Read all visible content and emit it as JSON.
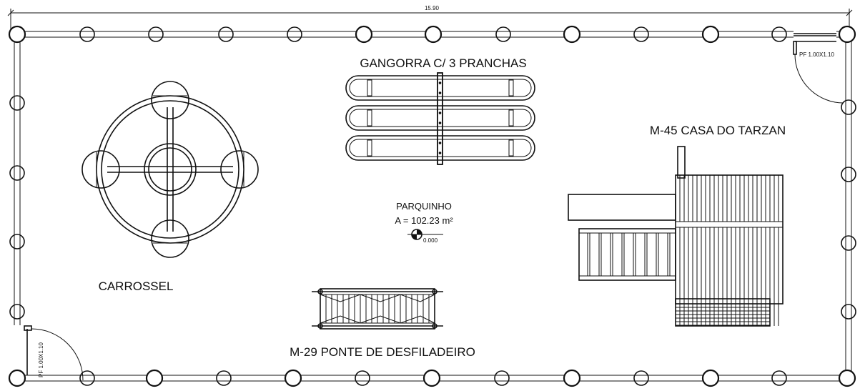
{
  "plan": {
    "dimension": "15.90",
    "labels": {
      "seesaw": "GANGORRA C/ 3 PRANCHAS",
      "tarzan_house": "M-45 CASA DO TARZAN",
      "carousel": "CARROSSEL",
      "bridge": "M-29 PONTE DE DESFILADEIRO",
      "area_name": "PARQUINHO",
      "area_value": "A = 102.23 m²",
      "level_mark": "0.000"
    },
    "doors": {
      "top_right": "PF 1.00X1.10",
      "bottom_left": "PF 1.00X1.10"
    }
  }
}
